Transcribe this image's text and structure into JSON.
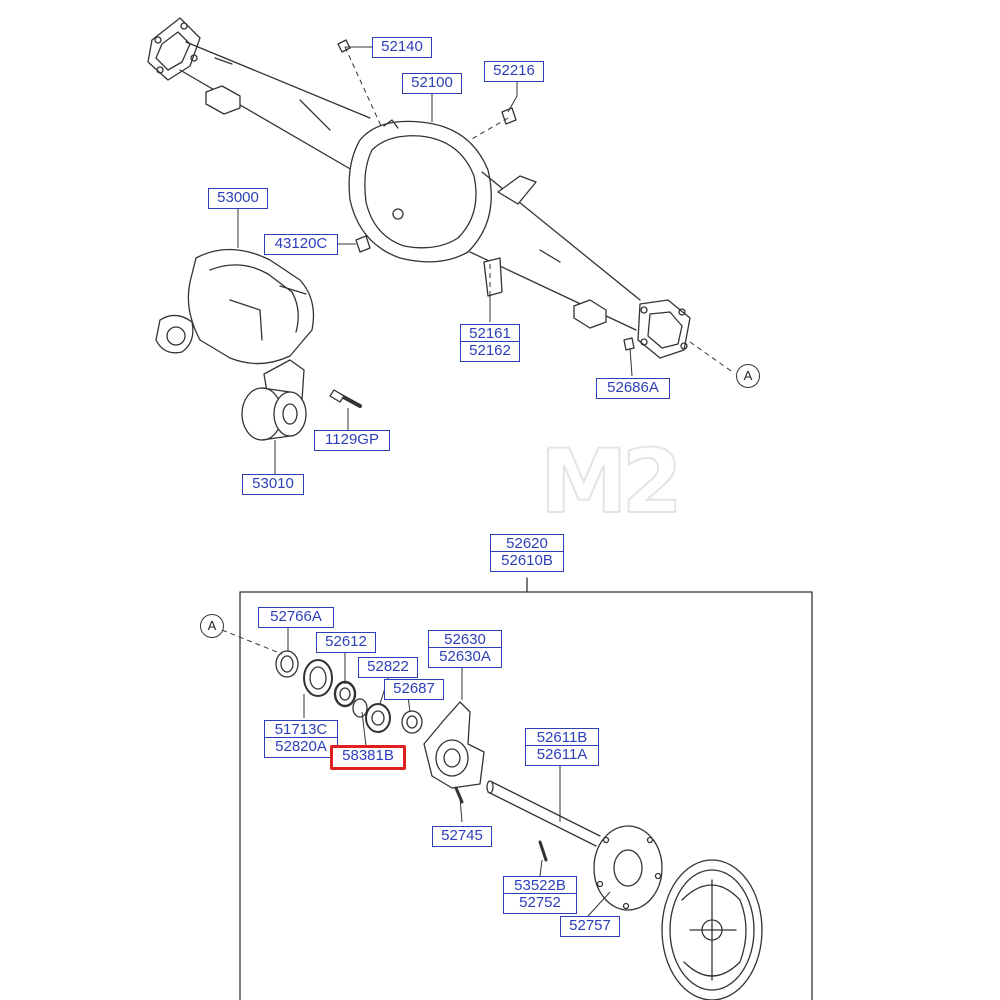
{
  "callouts": {
    "c52140": "52140",
    "c52100": "52100",
    "c52216": "52216",
    "c53000": "53000",
    "c43120C": "43120C",
    "c52161": "52161",
    "c52162": "52162",
    "c52686A": "52686A",
    "c1129GP": "1129GP",
    "c53010": "53010",
    "c52620": "52620",
    "c52610B": "52610B",
    "c52766A": "52766A",
    "c52612": "52612",
    "c52630": "52630",
    "c52630A": "52630A",
    "c52822": "52822",
    "c52687": "52687",
    "c51713C": "51713C",
    "c52820A": "52820A",
    "c58381B": "58381B",
    "c52611B": "52611B",
    "c52611A": "52611A",
    "c52745": "52745",
    "c53522B": "53522B",
    "c52752": "52752",
    "c52757": "52757"
  },
  "markers": {
    "top": "A",
    "bottom": "A"
  },
  "watermark": "M2",
  "highlighted_part": "58381B",
  "colors": {
    "callout": "#2d3fb8",
    "highlight": "#e02020",
    "drawing": "#333333"
  }
}
